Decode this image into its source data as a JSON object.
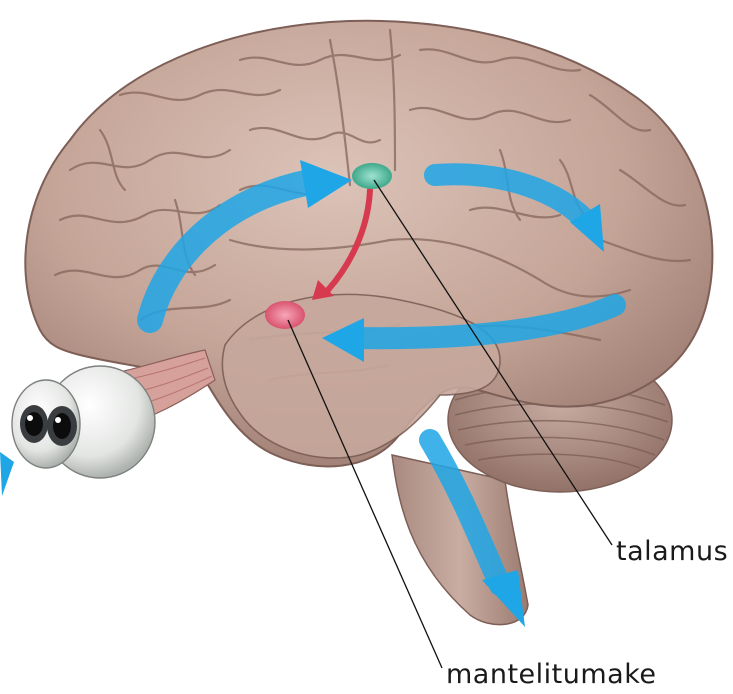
{
  "labels": {
    "thalamus": "talamus",
    "amygdala": "mantelitumake"
  },
  "colors": {
    "brain": "#c9aea2",
    "brain_dark": "#8f6f66",
    "arrow_blue": "#1ea6e6",
    "arrow_red": "#d7394f",
    "thalamus_marker": "#5cc0a6",
    "amygdala_marker": "#e46b86"
  },
  "icons": [
    "eye-icon",
    "brain-illustration"
  ]
}
